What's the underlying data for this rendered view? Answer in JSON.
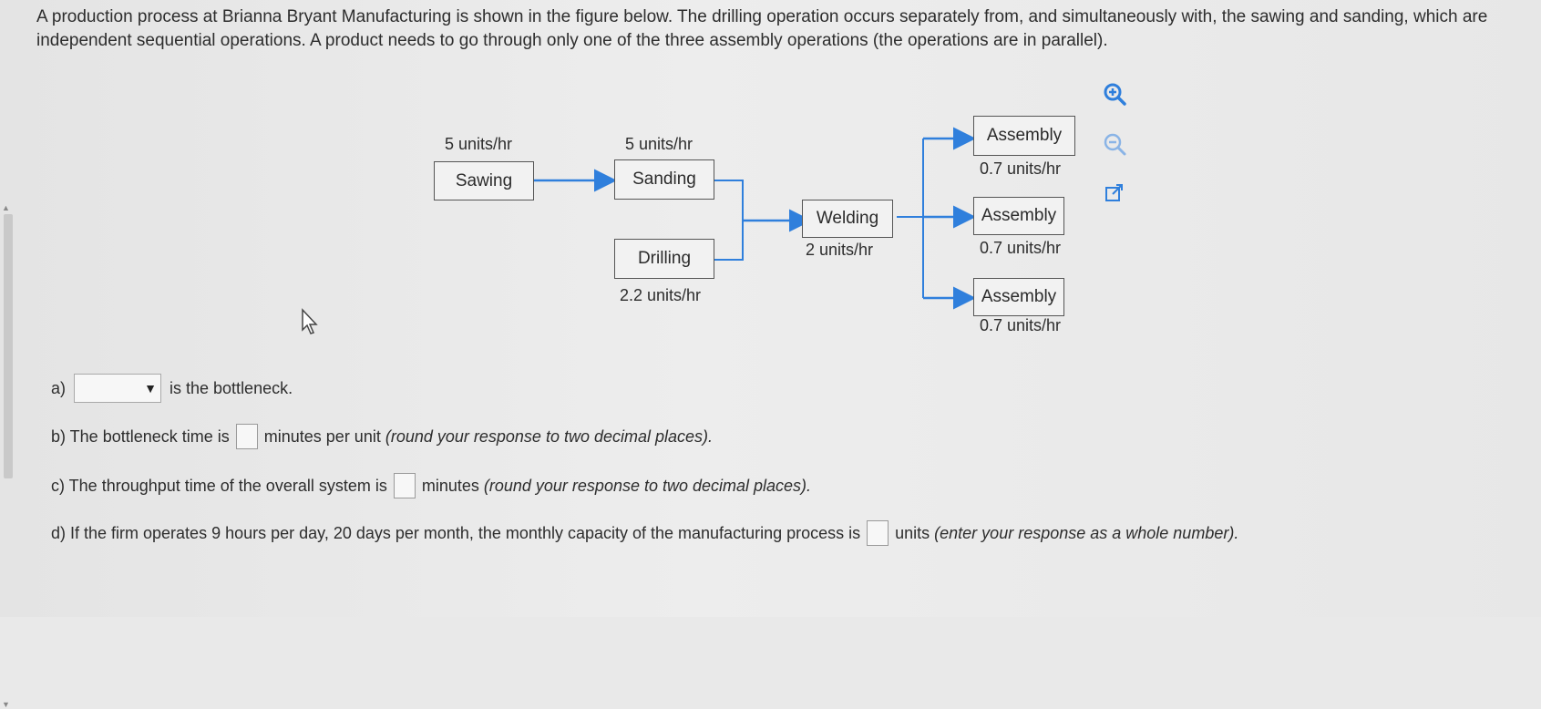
{
  "intro_text": "A production process at Brianna Bryant Manufacturing is shown in the figure below. The drilling operation occurs separately from, and simultaneously with, the sawing and sanding, which are independent sequential operations. A product needs to go through only one of the three assembly operations (the operations are in parallel).",
  "diagram": {
    "sawing": {
      "label": "Sawing",
      "rate": "5 units/hr"
    },
    "sanding": {
      "label": "Sanding",
      "rate": "5 units/hr"
    },
    "drilling": {
      "label": "Drilling",
      "rate": "2.2 units/hr"
    },
    "welding": {
      "label": "Welding",
      "rate": "2 units/hr"
    },
    "assembly1": {
      "label": "Assembly",
      "rate": "0.7 units/hr"
    },
    "assembly2": {
      "label": "Assembly",
      "rate": "0.7 units/hr"
    },
    "assembly3": {
      "label": "Assembly",
      "rate": "0.7 units/hr"
    },
    "arrow_color": "#2f7fdc"
  },
  "icons": {
    "zoom_in": "zoom-in-icon",
    "zoom_out": "zoom-out-icon",
    "popout": "external-link-icon"
  },
  "questions": {
    "a": {
      "prefix": "a)",
      "text": "is the bottleneck."
    },
    "b": {
      "prefix": "b) The bottleneck time is",
      "after": "minutes per unit",
      "note": "(round your response to two decimal places)."
    },
    "c": {
      "prefix": "c) The throughput time of the overall system is",
      "after": "minutes",
      "note": "(round your response to two decimal places)."
    },
    "d": {
      "prefix": "d) If the firm operates 9 hours per day, 20 days per month, the monthly capacity of the manufacturing process is",
      "after": "units",
      "note": "(enter your response as a whole number)."
    }
  }
}
